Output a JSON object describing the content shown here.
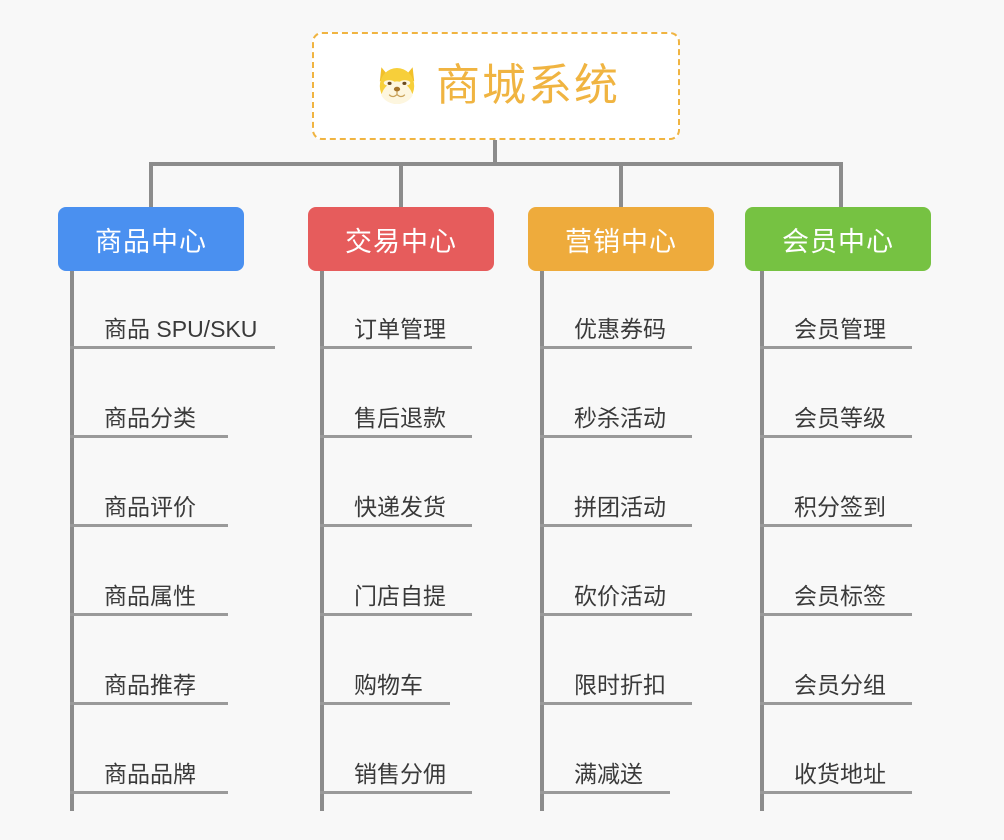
{
  "root": {
    "title": "商城系统",
    "icon": "shiba-dog-face-icon",
    "accent_color": "#f0b441",
    "border_style": "dashed"
  },
  "connector_color": "#8c8c8c",
  "background_color": "#f8f8f8",
  "categories": [
    {
      "label": "商品中心",
      "color": "#4a90f0",
      "items": [
        "商品 SPU/SKU",
        "商品分类",
        "商品评价",
        "商品属性",
        "商品推荐",
        "商品品牌"
      ]
    },
    {
      "label": "交易中心",
      "color": "#e65c5c",
      "items": [
        "订单管理",
        "售后退款",
        "快递发货",
        "门店自提",
        "购物车",
        "销售分佣"
      ]
    },
    {
      "label": "营销中心",
      "color": "#eeab3c",
      "items": [
        "优惠券码",
        "秒杀活动",
        "拼团活动",
        "砍价活动",
        "限时折扣",
        "满减送"
      ]
    },
    {
      "label": "会员中心",
      "color": "#76c242",
      "items": [
        "会员管理",
        "会员等级",
        "积分签到",
        "会员标签",
        "会员分组",
        "收货地址"
      ]
    }
  ]
}
